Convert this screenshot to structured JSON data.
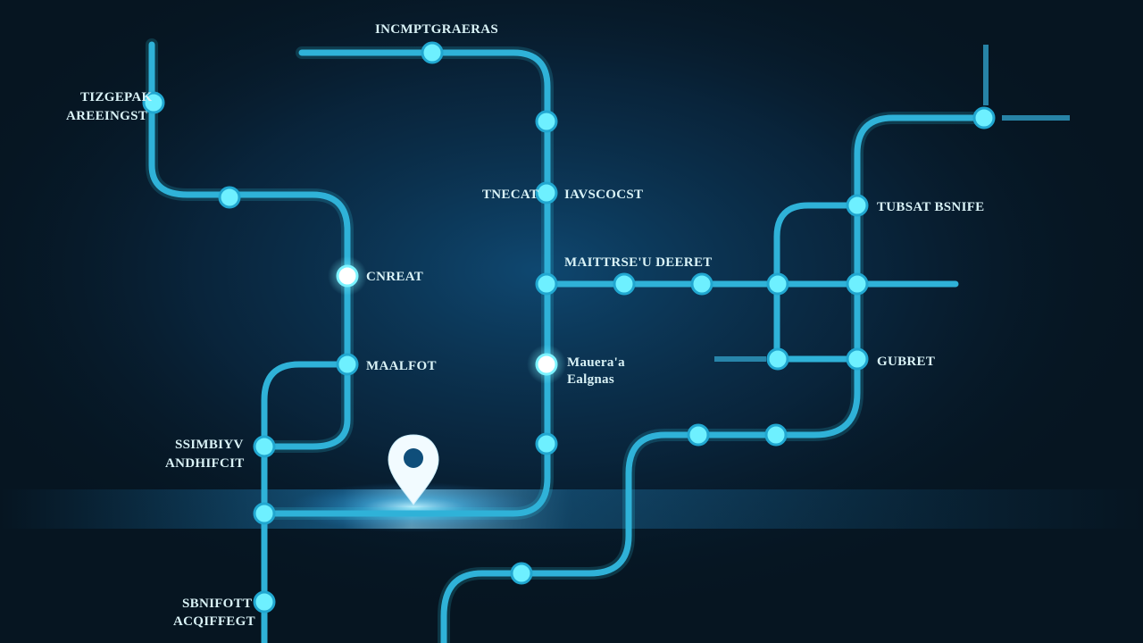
{
  "theme": {
    "background": "#061521",
    "line": "#2fb2d8",
    "node": "#6ef0ff",
    "glow": "#34d4f0",
    "label": "#d9f2f6"
  },
  "labels": {
    "top_center": "INCMPTGRAERAS",
    "top_left_1": "TIZGEPAK",
    "top_left_2": "AREEINGST",
    "mid_left_a": "CNREAT",
    "mid_left_b": "MAALFOT",
    "left_low_1": "SSIMBIYV",
    "left_low_2": "ANDHIFCIT",
    "bottom_left_1": "SBNIFOTT",
    "bottom_left_2": "ACQIFFEGT",
    "center_left": "TNECAT",
    "center_right": "IAVSCOCST",
    "center_row": "MAITTRSE'U DEERET",
    "center_lower_1": "Mauera'a",
    "center_lower_2": "Ealgnas",
    "right_upper": "TUBSAT BSNIFE",
    "right_lower": "GUBRET"
  },
  "icons": {
    "location_pin": "map-pin-icon"
  }
}
